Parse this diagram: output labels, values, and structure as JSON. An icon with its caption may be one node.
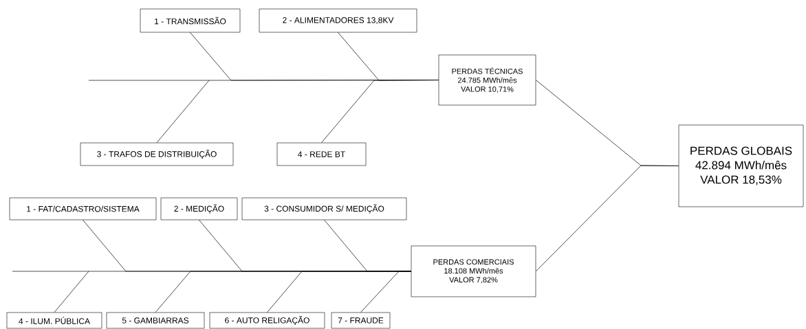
{
  "diagram": {
    "nodes": [
      {
        "text": [
          "1 - TRANSMISSÃO"
        ]
      },
      {
        "text": [
          "2 - ALIMENTADORES 13,8KV"
        ]
      },
      {
        "text": [
          "PERDAS TÉCNICAS",
          "24.785 MWh/mês",
          "VALOR 10,71%"
        ]
      },
      {
        "text": [
          "3 - TRAFOS DE DISTRIBUIÇÃO"
        ]
      },
      {
        "text": [
          "4 - REDE BT"
        ]
      },
      {
        "text": [
          "PERDAS GLOBAIS",
          "42.894 MWh/mês",
          "VALOR 18,53%"
        ]
      },
      {
        "text": [
          "1 - FAT/CADASTRO/SISTEMA"
        ]
      },
      {
        "text": [
          "2 - MEDIÇÃO"
        ]
      },
      {
        "text": [
          "3 - CONSUMIDOR S/ MEDIÇÃO"
        ]
      },
      {
        "text": [
          "PERDAS COMERCIAIS",
          "18.108 MWh/mês",
          "VALOR 7,82%"
        ]
      },
      {
        "text": [
          "4 - ILUM. PÚBLICA"
        ]
      },
      {
        "text": [
          "5 - GAMBIARRAS"
        ]
      },
      {
        "text": [
          "6 - AUTO RELIGAÇÃO"
        ]
      },
      {
        "text": [
          "7 - FRAUDE"
        ]
      }
    ],
    "edges": [
      {
        "from": 0,
        "to": 2,
        "arrow": "none"
      },
      {
        "from": 1,
        "to": 2,
        "arrow": "none"
      },
      {
        "from": 3,
        "to": 2,
        "arrow": "none"
      },
      {
        "from": 4,
        "to": 2,
        "arrow": "none"
      },
      {
        "from": 2,
        "to": 5,
        "arrow": "none"
      },
      {
        "from": 6,
        "to": 9,
        "arrow": "none"
      },
      {
        "from": 7,
        "to": 9,
        "arrow": "none"
      },
      {
        "from": 8,
        "to": 9,
        "arrow": "none"
      },
      {
        "from": 10,
        "to": 9,
        "arrow": "none"
      },
      {
        "from": 11,
        "to": 9,
        "arrow": "none"
      },
      {
        "from": 12,
        "to": 9,
        "arrow": "none"
      },
      {
        "from": 13,
        "to": 9,
        "arrow": "none"
      },
      {
        "from": 9,
        "to": 5,
        "arrow": "none"
      }
    ]
  }
}
